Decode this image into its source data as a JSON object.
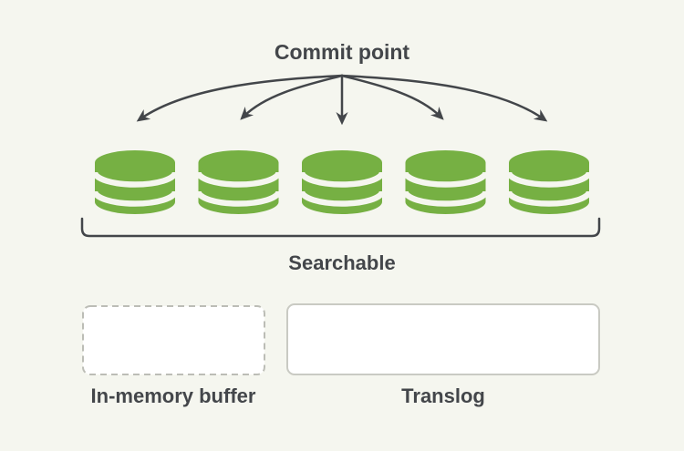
{
  "colors": {
    "bg": "#f5f6ef",
    "green": "#76b043",
    "ink": "#43464a",
    "box-fill": "#ffffff",
    "border-dashed": "#bcbdb6",
    "border-solid": "#c9cac3"
  },
  "diagram": {
    "commit_point_label": "Commit point",
    "searchable_label": "Searchable",
    "in_memory_buffer_label": "In-memory buffer",
    "translog_label": "Translog",
    "segment_count": 5,
    "segment_icon": "database-icon"
  }
}
